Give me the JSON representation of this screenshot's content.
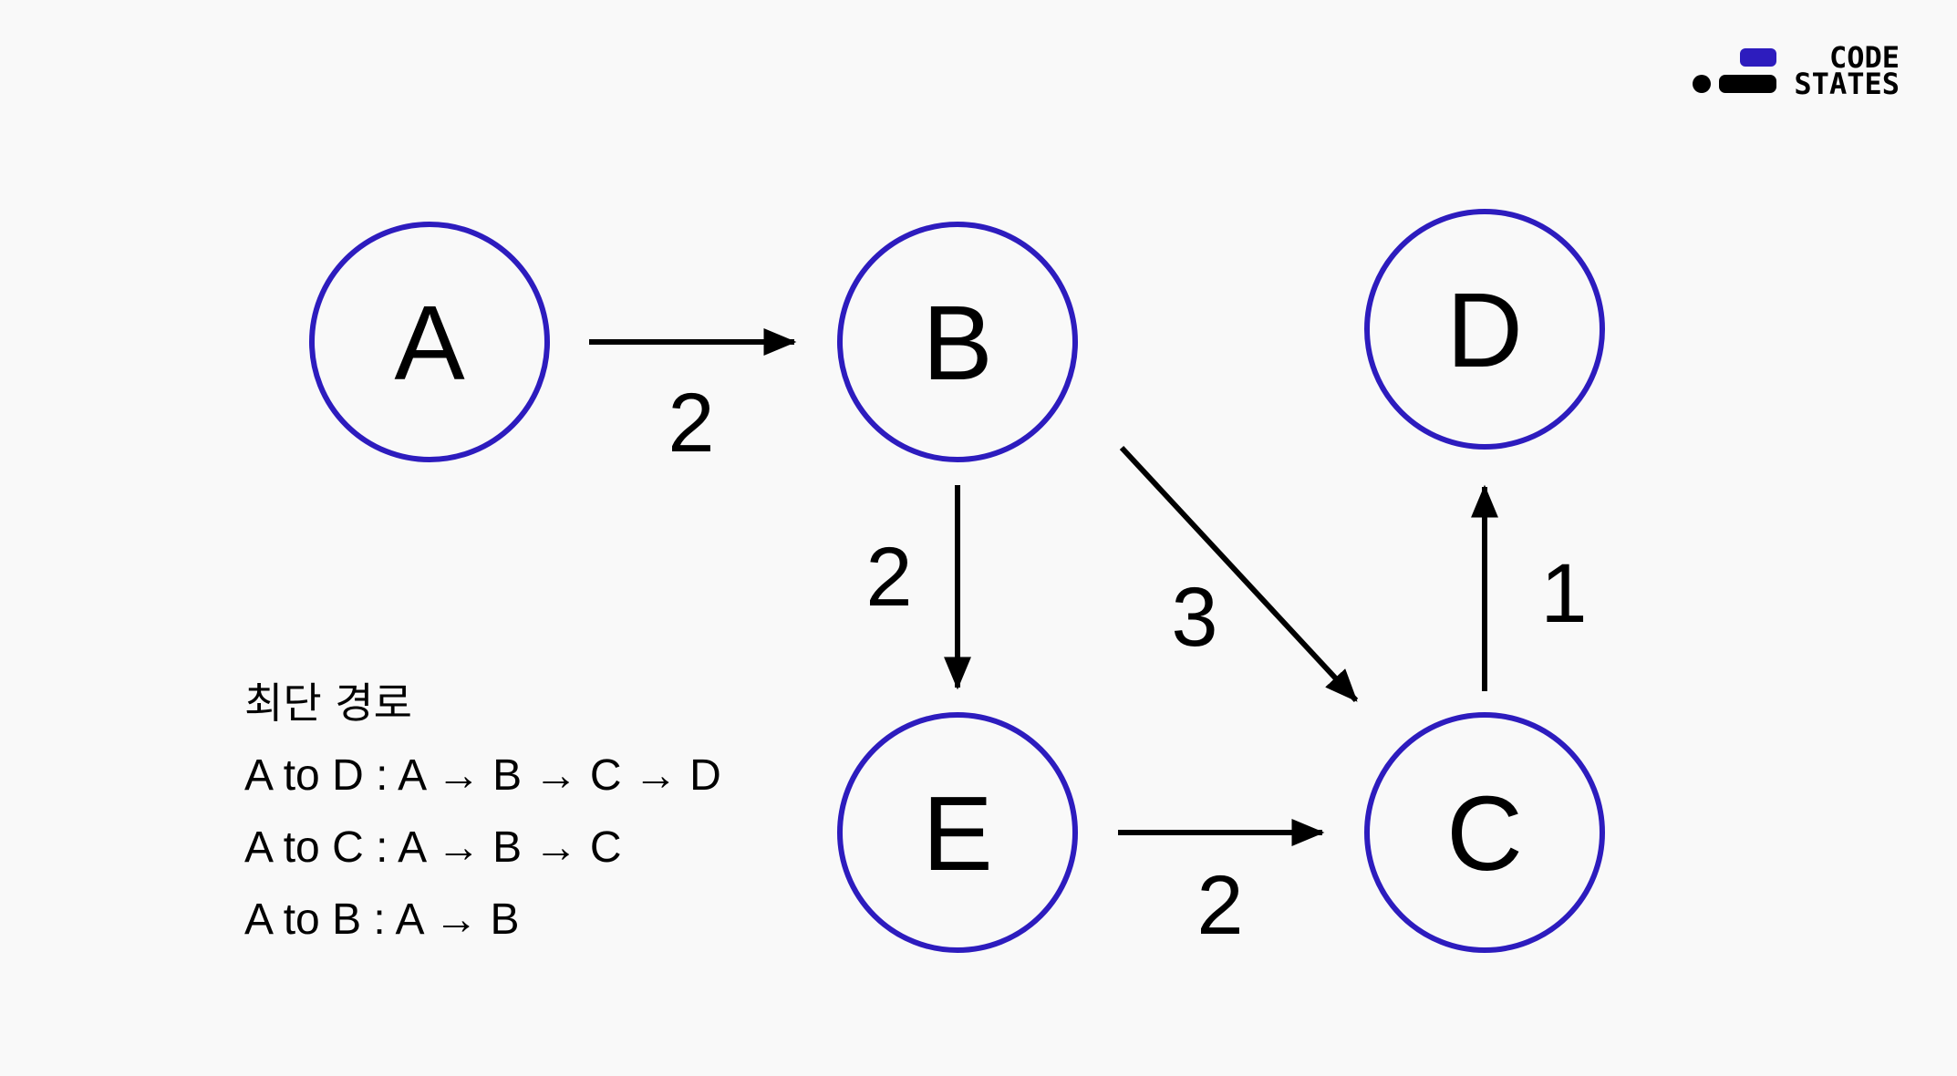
{
  "logo": {
    "line1": "CODE",
    "line2": "STATES",
    "accent_color": "#2d1cbe"
  },
  "colors": {
    "node_stroke": "#2d1cbe",
    "edge": "#000000",
    "background": "#f9f9f9"
  },
  "nodes": [
    {
      "id": "A",
      "label": "A"
    },
    {
      "id": "B",
      "label": "B"
    },
    {
      "id": "D",
      "label": "D"
    },
    {
      "id": "E",
      "label": "E"
    },
    {
      "id": "C",
      "label": "C"
    }
  ],
  "edges": [
    {
      "from": "A",
      "to": "B",
      "weight": "2"
    },
    {
      "from": "B",
      "to": "E",
      "weight": "2"
    },
    {
      "from": "B",
      "to": "C",
      "weight": "3"
    },
    {
      "from": "E",
      "to": "C",
      "weight": "2"
    },
    {
      "from": "C",
      "to": "D",
      "weight": "1"
    }
  ],
  "shortest_paths": {
    "title": "최단 경로",
    "lines": [
      "A to D : A → B → C → D",
      "A to C : A → B → C",
      "A to B : A → B"
    ]
  }
}
